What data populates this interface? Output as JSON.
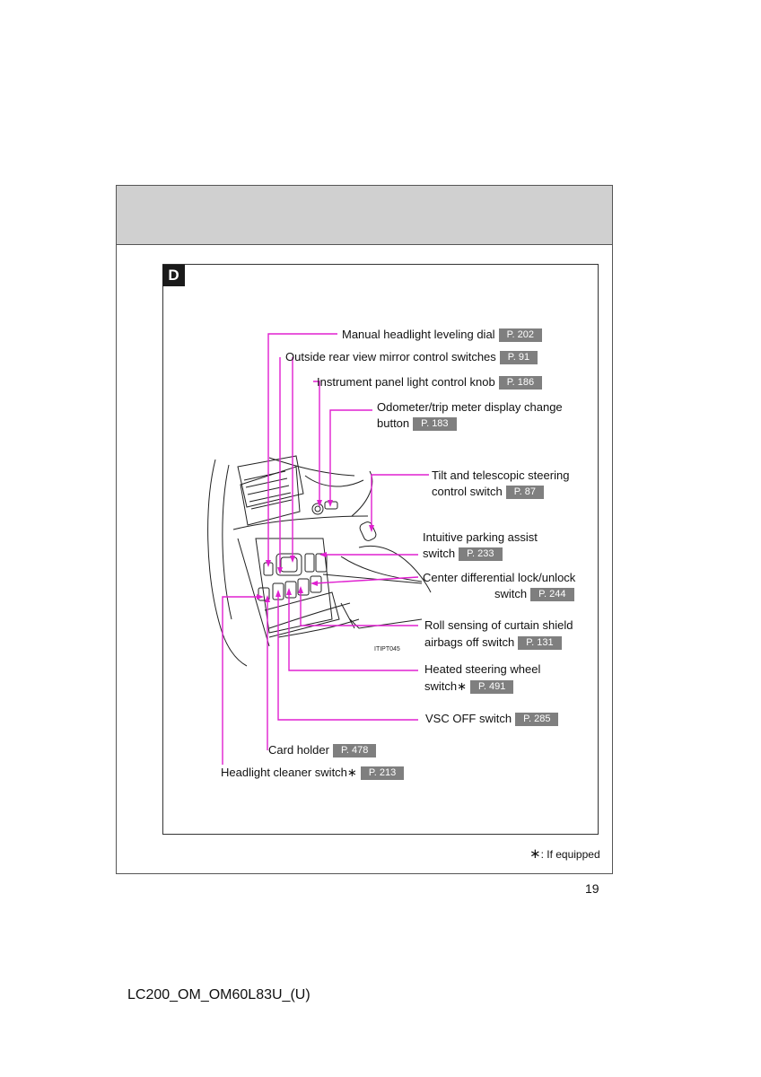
{
  "section_letter": "D",
  "image_code": "ITIPT045",
  "callouts": {
    "headlight_leveling": {
      "text": "Manual headlight leveling dial",
      "page": "P. 202"
    },
    "mirror_switches": {
      "text": "Outside rear view mirror control switches",
      "page": "P. 91"
    },
    "panel_light_knob": {
      "text": "Instrument panel light control knob",
      "page": "P. 186"
    },
    "odometer_button": {
      "line1": "Odometer/trip meter display change",
      "line2": "button",
      "page": "P. 183"
    },
    "tilt_telescopic": {
      "line1": "Tilt and telescopic steering",
      "line2": "control switch",
      "page": "P. 87"
    },
    "parking_assist": {
      "line1": "Intuitive parking assist",
      "line2": "switch",
      "page": "P. 233"
    },
    "center_diff": {
      "line1": "Center differential lock/unlock",
      "line2": "switch",
      "page": "P. 244"
    },
    "roll_sensing": {
      "line1": "Roll sensing of curtain shield",
      "line2": "airbags off switch",
      "page": "P. 131"
    },
    "heated_wheel": {
      "line1": "Heated steering wheel",
      "line2": "switch∗",
      "page": "P. 491"
    },
    "vsc_off": {
      "text": "VSC OFF switch",
      "page": "P. 285"
    },
    "card_holder": {
      "text": "Card holder",
      "page": "P. 478"
    },
    "headlight_cleaner": {
      "text": "Headlight cleaner switch∗",
      "page": "P. 213"
    }
  },
  "footnote": {
    "symbol": "∗",
    "text": ": If equipped"
  },
  "page_number": "19",
  "document_code": "LC200_OM_OM60L83U_(U)",
  "colors": {
    "leader_line": "#e020d0",
    "page_ref_bg": "#7f7f7f",
    "header_band": "#d0d0d0"
  }
}
